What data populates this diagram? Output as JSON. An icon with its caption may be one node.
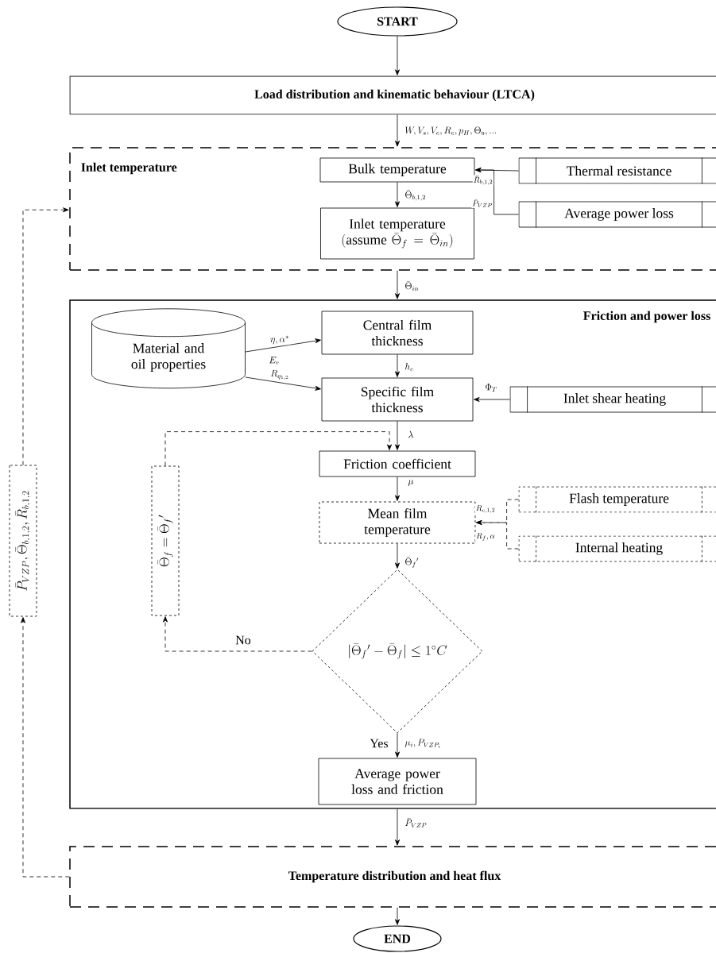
{
  "diagram": {
    "nodes": [
      {
        "text": [
          "START"
        ]
      },
      {
        "text": [
          "Load distribution and kinematic behaviour (LTCA)"
        ]
      },
      {
        "text": [
          "Inlet temperature"
        ]
      },
      {
        "text": [
          "Bulk temperature"
        ],
        "in": 2
      },
      {
        "text": [
          "Inlet temperature",
          "(\\mbox{assume } \\bar{\\Theta}_f=\\bar{\\Theta}_{in})"
        ],
        "in": 2
      },
      {
        "text": [
          "Thermal resistance"
        ],
        "in": 2
      },
      {
        "text": [
          "Average power loss"
        ],
        "in": 2
      },
      {
        "text": [
          "Friction and power loss"
        ]
      },
      {
        "text": [
          "Material and oil properties"
        ],
        "in": 7
      },
      {
        "text": [
          "Central film thickness"
        ],
        "in": 7
      },
      {
        "text": [
          "Specific film thickness"
        ],
        "in": 7
      },
      {
        "text": [
          "Inlet shear heating"
        ],
        "in": 7
      },
      {
        "text": [
          "Friction coefficient"
        ],
        "in": 7
      },
      {
        "text": [
          "Mean film temperature"
        ],
        "in": 7
      },
      {
        "text": [
          "Flash temperature"
        ],
        "in": 7
      },
      {
        "text": [
          "Internal heating"
        ],
        "in": 7
      },
      {
        "text": [
          "|\\bar{\\Theta}_f{}'-\\bar{\\Theta}_f|\\leq 1^{\\circ}C"
        ],
        "in": 7
      },
      {
        "text": [
          "\\bar{\\Theta}_f=\\bar{\\Theta}_f{}'"
        ],
        "in": 7
      },
      {
        "text": [
          "Average power loss and friction"
        ],
        "in": 7
      },
      {
        "text": [
          "Temperature distribution and heat flux"
        ]
      },
      {
        "text": [
          "END"
        ]
      },
      {
        "text": [
          "\\bar{P}_{VZP},\\bar{\\Theta}_{b,1,2},\\bar{R}_{b,1,2}"
        ]
      }
    ],
    "edges": [
      {
        "from": 0,
        "to": 1,
        "arrow": "to"
      },
      {
        "from": 1,
        "to": 2,
        "arrow": "to",
        "label": "W,V_s,V_e,R_e,p_H,\\Theta_{\\mathrm{o}},..."
      },
      {
        "from": 5,
        "to": 3,
        "arrow": "to",
        "label": "\\bar{R}_{b,1,2}"
      },
      {
        "from": 6,
        "to": 3,
        "arrow": "to",
        "label": "\\bar{P}_{VZP}"
      },
      {
        "from": 3,
        "to": 4,
        "arrow": "to",
        "label": "\\bar{\\Theta}_{b,1,2}"
      },
      {
        "from": 2,
        "to": 7,
        "arrow": "to",
        "label": "\\bar{\\Theta}_{in}"
      },
      {
        "from": 8,
        "to": 9,
        "arrow": "to",
        "label": "\\eta,\\alpha^*"
      },
      {
        "from": 8,
        "to": 10,
        "arrow": "to",
        "label": "R_{q_{1,2}}"
      },
      {
        "from": 9,
        "to": 10,
        "arrow": "to",
        "label": "h_c"
      },
      {
        "from": 11,
        "to": 10,
        "arrow": "to",
        "label": "\\Phi_T"
      },
      {
        "from": 10,
        "to": 12,
        "arrow": "to",
        "label": "\\lambda"
      },
      {
        "from": 17,
        "to": 12,
        "arrow": "to",
        "style": "dashed"
      },
      {
        "from": 12,
        "to": 13,
        "arrow": "to",
        "label": "\\mu"
      },
      {
        "from": 14,
        "to": 13,
        "arrow": "to",
        "style": "dashed",
        "label": "R_{c,1,2}"
      },
      {
        "from": 15,
        "to": 13,
        "arrow": "to",
        "style": "dashed",
        "label": "R_f,\\alpha"
      },
      {
        "from": 13,
        "to": 16,
        "arrow": "to",
        "label": "\\bar{\\Theta}_f{}'"
      },
      {
        "from": 16,
        "to": 17,
        "arrow": "to",
        "style": "dashed",
        "label": "No"
      },
      {
        "from": 16,
        "to": 18,
        "arrow": "to",
        "label": "Yes"
      },
      {
        "from": 7,
        "to": 19,
        "arrow": "to",
        "label": "\\bar{P}_{VZP}"
      },
      {
        "from": 19,
        "to": 21,
        "arrow": "to",
        "style": "dashed"
      },
      {
        "from": 21,
        "to": 2,
        "arrow": "to",
        "style": "dashed"
      },
      {
        "from": 19,
        "to": 20,
        "arrow": "to"
      }
    ],
    "labels": [
      "E_r",
      "\\mu_i,P_{VZP_i}"
    ]
  }
}
